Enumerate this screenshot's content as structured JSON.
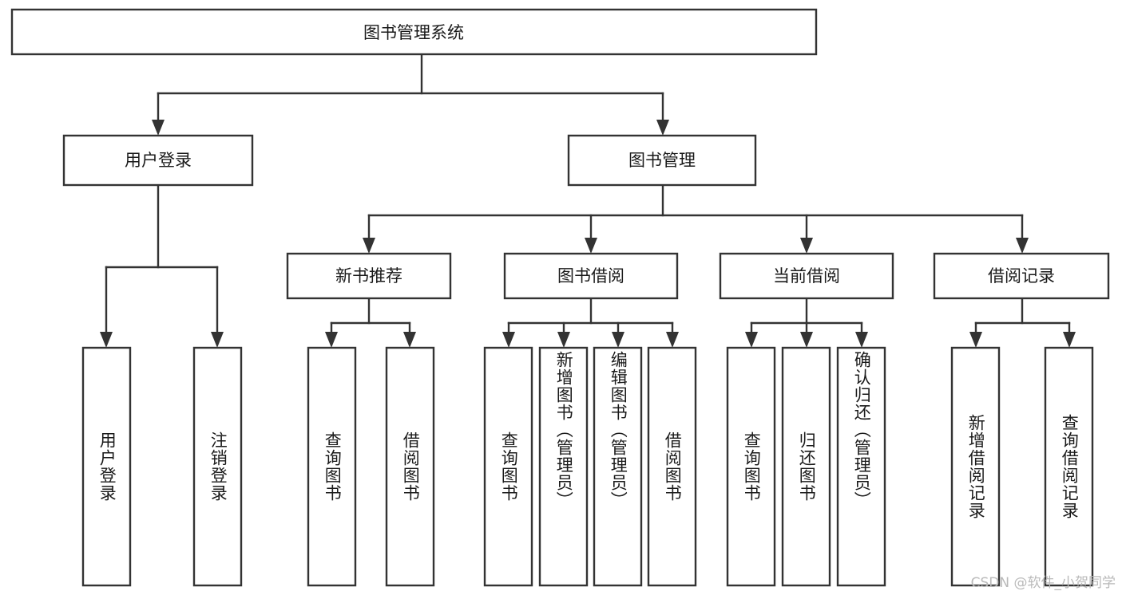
{
  "diagram": {
    "type": "tree",
    "title": "图书管理系统",
    "watermark": "CSDN @软件_小贺同学",
    "colors": {
      "box_stroke": "#333333",
      "box_fill": "#ffffff",
      "text": "#1a1a1a",
      "background": "#ffffff",
      "watermark": "#b9b9b9"
    },
    "nodes": {
      "root": {
        "label": "图书管理系统"
      },
      "level2": [
        {
          "label": "用户登录"
        },
        {
          "label": "图书管理"
        }
      ],
      "level3": [
        {
          "label": "新书推荐"
        },
        {
          "label": "图书借阅"
        },
        {
          "label": "当前借阅"
        },
        {
          "label": "借阅记录"
        }
      ],
      "leaves": {
        "user_login": [
          {
            "label": "用户登录"
          },
          {
            "label": "注销登录"
          }
        ],
        "new_book": [
          {
            "label": "查询图书"
          },
          {
            "label": "借阅图书"
          }
        ],
        "book_borrow": [
          {
            "label": "查询图书"
          },
          {
            "label": "新增图书（管理员）"
          },
          {
            "label": "编辑图书（管理员）"
          },
          {
            "label": "借阅图书"
          }
        ],
        "current_borrow": [
          {
            "label": "查询图书"
          },
          {
            "label": "归还图书"
          },
          {
            "label": "确认归还（管理员）"
          }
        ],
        "borrow_record": [
          {
            "label": "新增借阅记录"
          },
          {
            "label": "查询借阅记录"
          }
        ]
      }
    }
  }
}
